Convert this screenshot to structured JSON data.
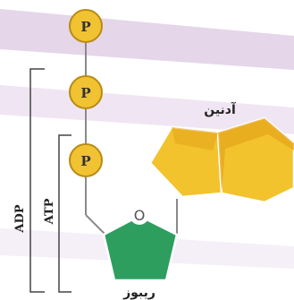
{
  "phosphates": [
    {
      "label": "P"
    },
    {
      "label": "P"
    },
    {
      "label": "P"
    }
  ],
  "ribose": {
    "label": "ریبوز",
    "oxygen_label": "O"
  },
  "adenine": {
    "label": "آدنین"
  },
  "brackets": {
    "adp_label": "ADP",
    "atp_label": "ATP"
  },
  "colors": {
    "phosphate_fill": "#f1c232",
    "phosphate_stroke": "#b98b13",
    "ribose_fill": "#2e9e5e",
    "adenine_fill": "#f2c32d",
    "adenine_shade": "#e5a51c",
    "band_color": "#d8c4e0"
  }
}
